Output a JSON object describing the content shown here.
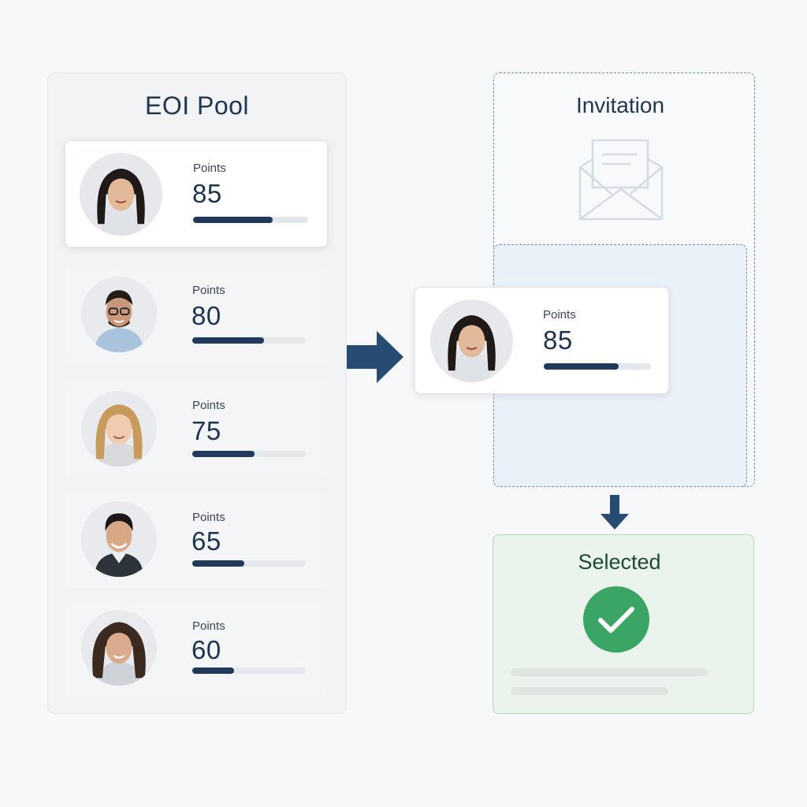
{
  "pool": {
    "title": "EOI Pool",
    "candidates": [
      {
        "points_label": "Points",
        "points": "85",
        "fill": 0.69
      },
      {
        "points_label": "Points",
        "points": "80",
        "fill": 0.63
      },
      {
        "points_label": "Points",
        "points": "75",
        "fill": 0.55
      },
      {
        "points_label": "Points",
        "points": "65",
        "fill": 0.46
      },
      {
        "points_label": "Points",
        "points": "60",
        "fill": 0.37
      }
    ]
  },
  "invitation": {
    "title": "Invitation",
    "card": {
      "points_label": "Points",
      "points": "85",
      "fill": 0.7
    }
  },
  "selected": {
    "title": "Selected"
  },
  "colors": {
    "accent": "#22395c",
    "success": "#3aa565"
  }
}
